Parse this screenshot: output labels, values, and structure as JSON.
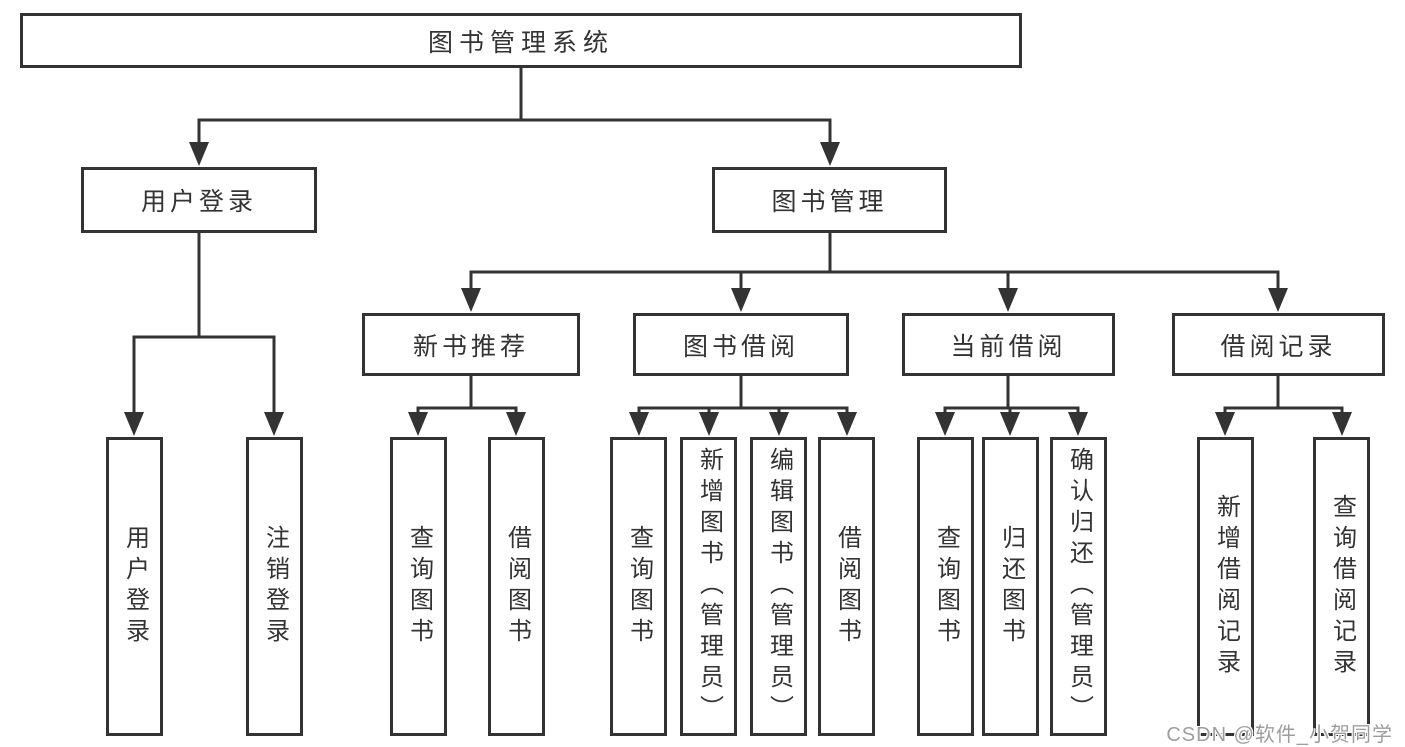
{
  "diagram": {
    "root": "图书管理系统",
    "branches": {
      "user_login": {
        "label": "用户登录",
        "children": [
          "用户登录",
          "注销登录"
        ]
      },
      "book_management": {
        "label": "图书管理",
        "sections": {
          "new_books": {
            "label": "新书推荐",
            "children": [
              "查询图书",
              "借阅图书"
            ]
          },
          "book_borrow": {
            "label": "图书借阅",
            "children": [
              "查询图书",
              "新增图书（管理员）",
              "编辑图书（管理员）",
              "借阅图书"
            ]
          },
          "current_borrow": {
            "label": "当前借阅",
            "children": [
              "查询图书",
              "归还图书",
              "确认归还（管理员）"
            ]
          },
          "borrow_records": {
            "label": "借阅记录",
            "children": [
              "新增借阅记录",
              "查询借阅记录"
            ]
          }
        }
      }
    }
  },
  "watermark": {
    "text": "CSDN @软件_小贺同学"
  },
  "colors": {
    "line": "#333333",
    "text": "#333333",
    "box_background": "#ffffff",
    "watermark": "#9e9e9e"
  }
}
